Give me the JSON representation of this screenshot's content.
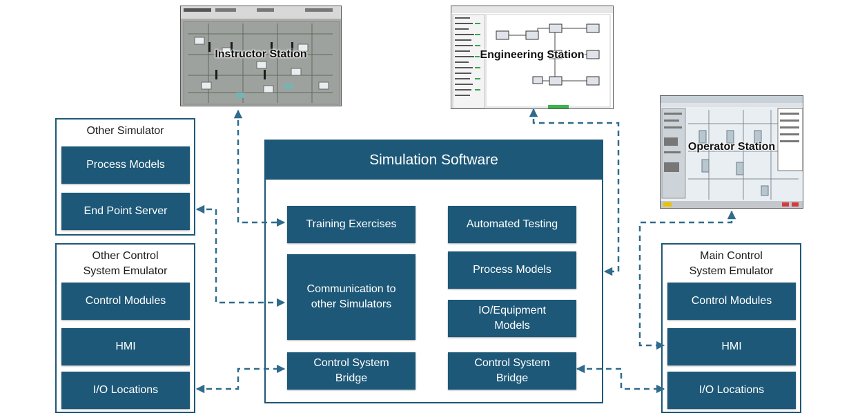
{
  "stations": {
    "instructor": "Instructor Station",
    "engineering": "Engineering Station",
    "operator": "Operator Station"
  },
  "other_simulator": {
    "title": "Other Simulator",
    "blocks": [
      "Process Models",
      "End Point Server"
    ]
  },
  "other_emulator": {
    "title": "Other Control\nSystem Emulator",
    "blocks": [
      "Control Modules",
      "HMI",
      "I/O Locations"
    ]
  },
  "simulation_software": {
    "title": "Simulation Software",
    "left_blocks": [
      "Training Exercises",
      "Communication to\nother Simulators",
      "Control System\nBridge"
    ],
    "right_blocks": [
      "Automated Testing",
      "Process Models",
      "IO/Equipment\nModels",
      "Control System\nBridge"
    ]
  },
  "main_emulator": {
    "title": "Main Control\nSystem Emulator",
    "blocks": [
      "Control Modules",
      "HMI",
      "I/O Locations"
    ]
  },
  "colors": {
    "block_fill": "#1d5878",
    "connector": "#2f6b8c"
  }
}
